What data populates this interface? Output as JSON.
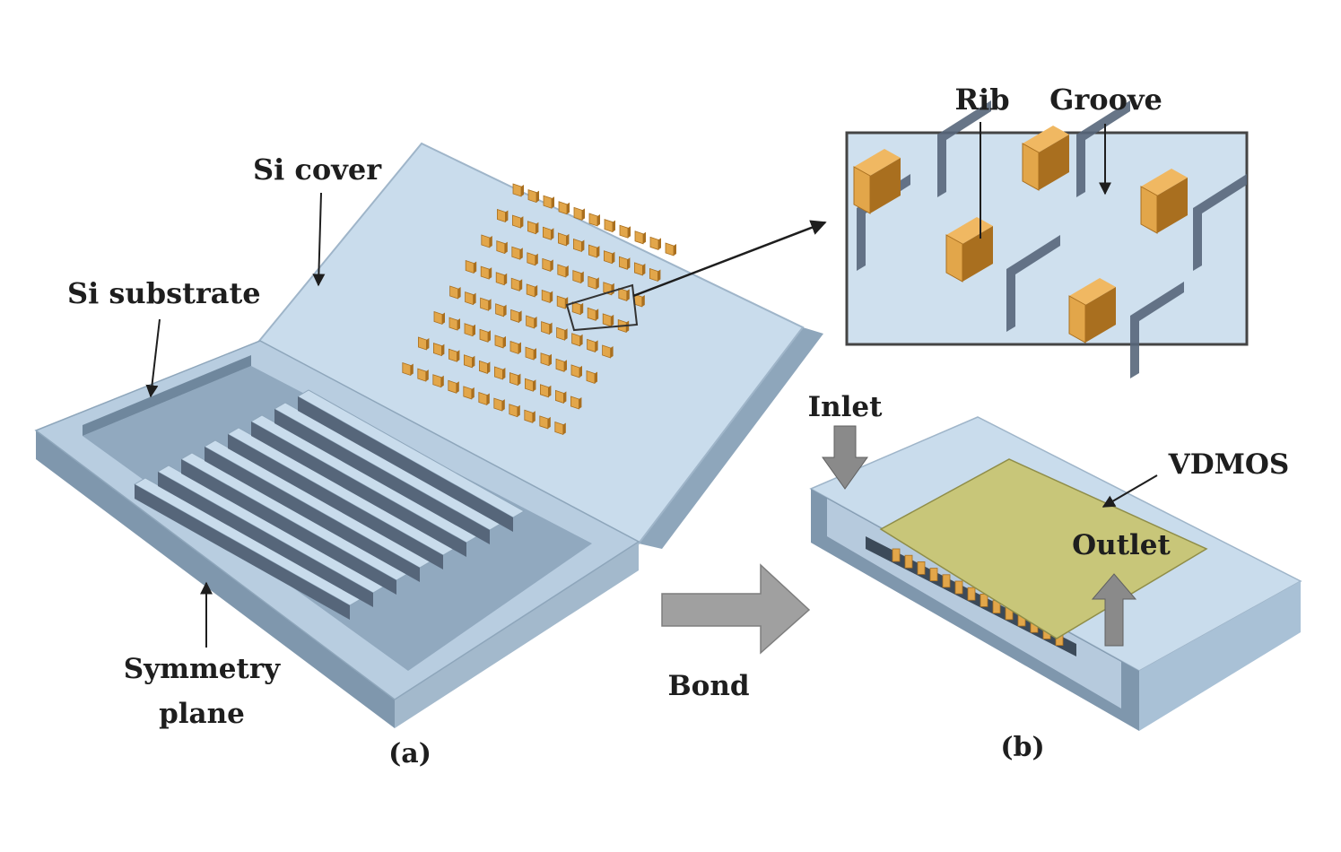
{
  "labels": {
    "si_cover": "Si cover",
    "si_substrate": "Si substrate",
    "symmetry_plane_line1": "Symmetry",
    "symmetry_plane_line2": "plane",
    "panel_a": "(a)",
    "rib": "Rib",
    "groove": "Groove",
    "inlet": "Inlet",
    "vdmos": "VDMOS",
    "outlet": "Outlet",
    "bond": "Bond",
    "panel_b": "(b)"
  },
  "colors": {
    "silicon_light": "#c9dcec",
    "silicon_mid": "#a9c1d6",
    "silicon_dark": "#7f97ad",
    "rib_orange": "#e2a64a",
    "rib_dark": "#a96f1f",
    "groove_dark": "#56667a",
    "vdmos_chip": "#c8c679",
    "arrow_gray": "#a0a0a0",
    "text": "#1e1e1e"
  },
  "rib_array": {
    "rows": 8,
    "columns": 11
  },
  "fins": {
    "count": 8
  }
}
